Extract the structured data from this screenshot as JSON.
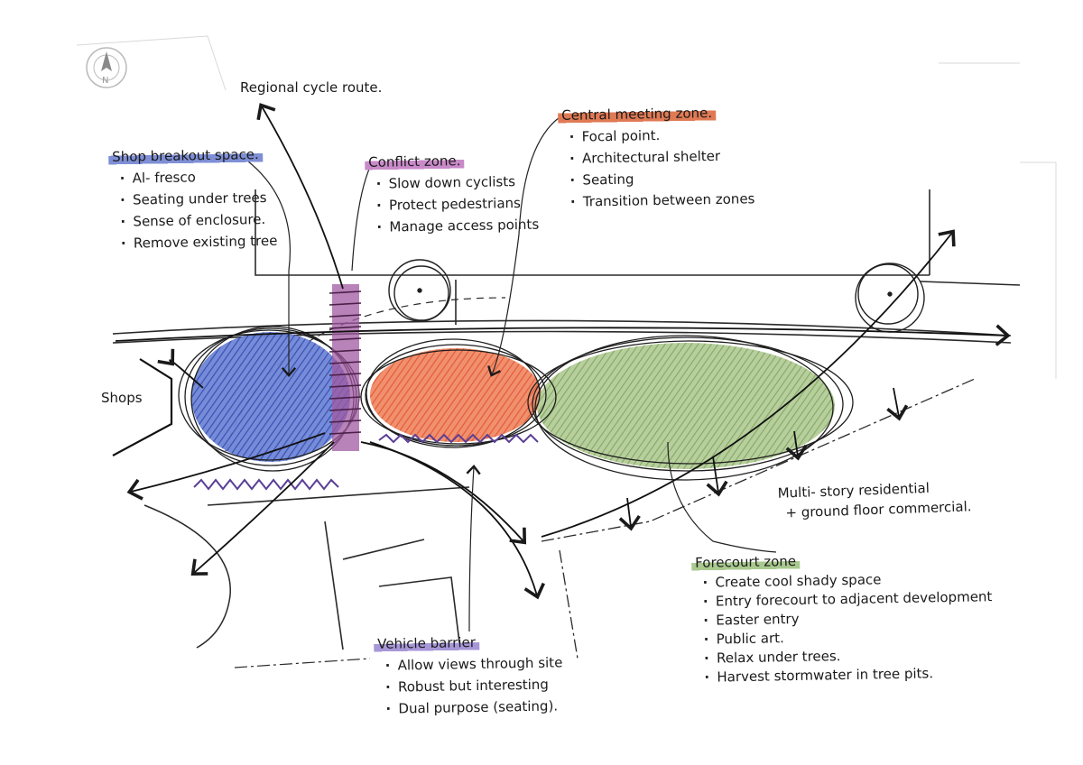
{
  "colors": {
    "ink": "#1a1a1a",
    "blue_zone": "#4a64c8",
    "orange_zone": "#e8623c",
    "green_zone": "#8fb06e",
    "purple_band": "#8a3a86",
    "lilac_hedge": "#7a5fb8"
  },
  "labels": {
    "cycle_route": "Regional cycle route.",
    "shops": "Shops",
    "residential_line1": "Multi- story residential",
    "residential_line2": "+ ground floor commercial."
  },
  "shop_breakout": {
    "title": "Shop breakout space.",
    "items": [
      "Al- fresco",
      "Seating under trees",
      "Sense of enclosure.",
      "Remove existing tree"
    ]
  },
  "conflict_zone": {
    "title": "Conflict zone.",
    "items": [
      "Slow down cyclists",
      "Protect pedestrians",
      "Manage access points"
    ]
  },
  "central_meeting": {
    "title": "Central meeting zone.",
    "items": [
      "Focal point.",
      "Architectural shelter",
      "Seating",
      "Transition between zones"
    ]
  },
  "forecourt": {
    "title": "Forecourt zone",
    "items": [
      "Create cool shady space",
      "Entry forecourt to adjacent development",
      "Easter entry",
      "Public art.",
      "Relax under trees.",
      "Harvest stormwater in tree pits."
    ]
  },
  "vehicle_barrier": {
    "title": "Vehicle barrier",
    "items": [
      "Allow views through site",
      "Robust but interesting",
      "Dual purpose (seating)."
    ]
  },
  "compass": {
    "letter": "N"
  }
}
